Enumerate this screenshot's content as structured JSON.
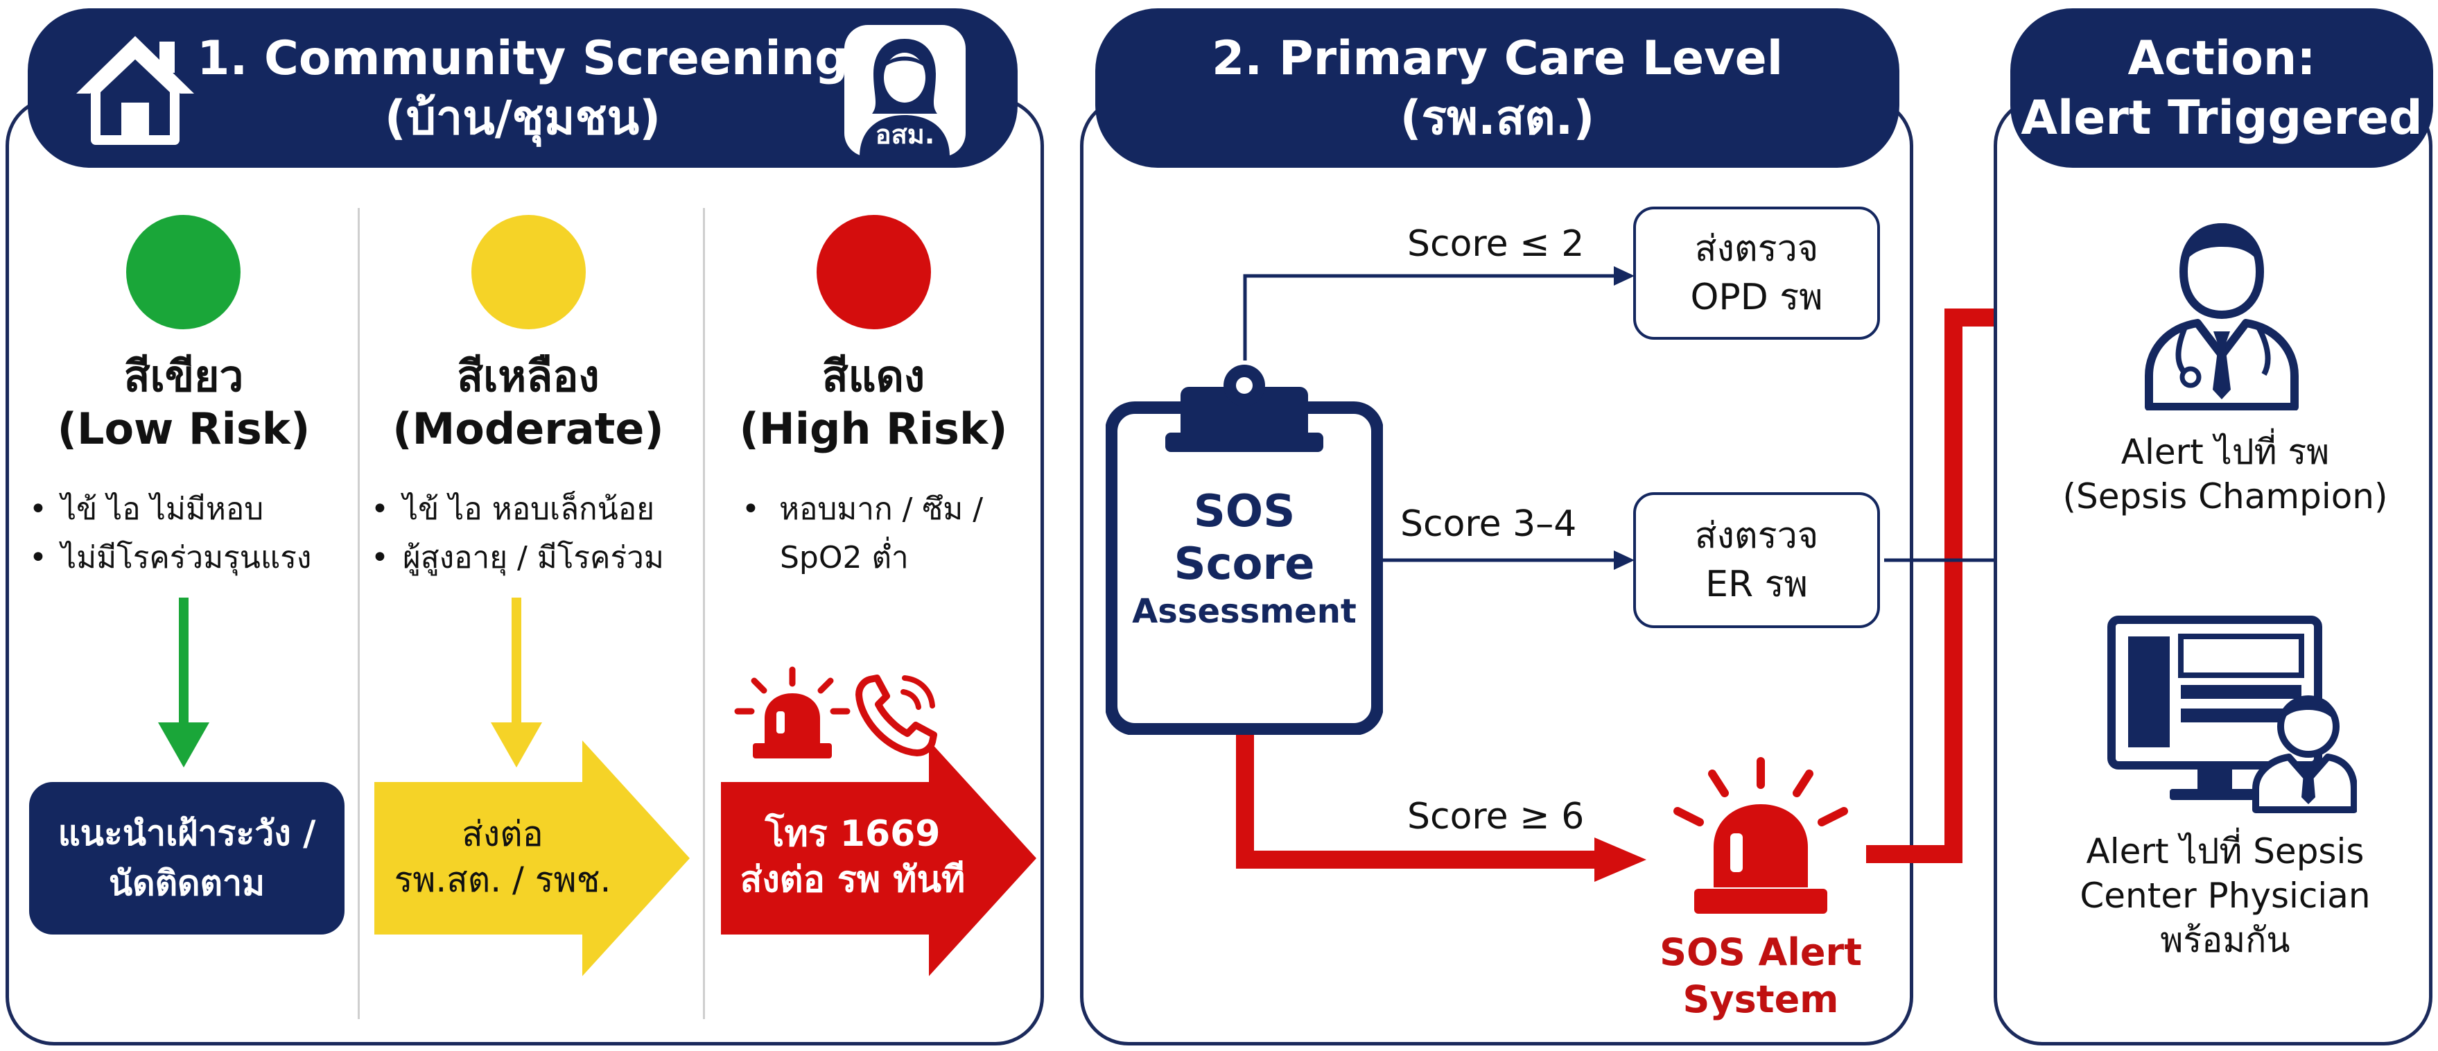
{
  "colors": {
    "navy": "#14275f",
    "green": "#1aa639",
    "yellow": "#f5d327",
    "red": "#d40d0d"
  },
  "panel1": {
    "title_line1": "1. Community Screening",
    "title_line2": "(บ้าน/ชุมชน)",
    "home_icon": "home-icon",
    "volunteer_icon": "volunteer-icon",
    "volunteer_badge": "อสม.",
    "columns": [
      {
        "color_name": "สีเขียว",
        "risk": "(Low Risk)",
        "bullets": [
          "ไข้ ไอ ไม่มีหอบ",
          "ไม่มีโรคร่วมรุนแรง"
        ],
        "action": "แนะนำเฝ้าระวัง / นัดติดตาม"
      },
      {
        "color_name": "สีเหลือง",
        "risk": "(Moderate)",
        "bullets": [
          "ไข้ ไอ หอบเล็กน้อย",
          "ผู้สูงอายุ / มีโรคร่วม"
        ],
        "action_line1": "ส่งต่อ",
        "action_line2": "รพ.สต. / รพช."
      },
      {
        "color_name": "สีแดง",
        "risk": "(High Risk)",
        "bullets": [
          "หอบมาก / ซึม /",
          "SpO2 ต่ำ"
        ],
        "action_line1": "โทร 1669",
        "action_line2": "ส่งต่อ รพ ทันที",
        "icons": [
          "siren-icon",
          "phone-icon"
        ]
      }
    ]
  },
  "panel2": {
    "title_line1": "2. Primary Care Level",
    "title_line2": "(รพ.สต.)",
    "clipboard_line1": "SOS",
    "clipboard_line2": "Score",
    "clipboard_line3": "Assessment",
    "branches": [
      {
        "label": "Score ≤ 2",
        "target_line1": "ส่งตรวจ",
        "target_line2": "OPD รพ"
      },
      {
        "label": "Score 3–4",
        "target_line1": "ส่งตรวจ",
        "target_line2": "ER รพ"
      },
      {
        "label": "Score ≥ 6"
      }
    ],
    "alert_line1": "SOS Alert",
    "alert_line2": "System"
  },
  "panel3": {
    "title_line1": "Action:",
    "title_line2": "Alert Triggered",
    "items": [
      {
        "icon": "doctor-icon",
        "line1": "Alert ไปที่ รพ",
        "line2": "(Sepsis Champion)"
      },
      {
        "icon": "monitor-doctor-icon",
        "line1": "Alert ไปที่ Sepsis",
        "line2": "Center Physician",
        "line3": "พร้อมกัน"
      }
    ]
  }
}
